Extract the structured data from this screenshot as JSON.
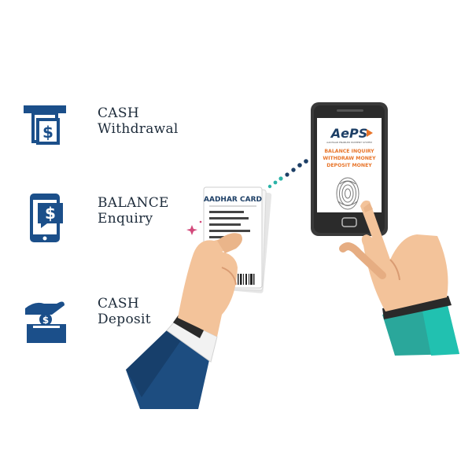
{
  "features": [
    {
      "line1": "CASH",
      "line2": "Withdrawal",
      "icon": "atm-cash-icon"
    },
    {
      "line1": "BALANCE",
      "line2": "Enquiry",
      "icon": "mobile-dollar-icon"
    },
    {
      "line1": "CASH",
      "line2": "Deposit",
      "icon": "cash-deposit-icon"
    }
  ],
  "card": {
    "title": "AADHAR CARD"
  },
  "phone": {
    "logo": "AePS",
    "logo_tagline": "AADHAAR ENABLED PAYMENT SYSTEM",
    "lines": [
      "BALANCE INQUIRY",
      "WITHDRAW MONEY",
      "DEPOSIT MONEY"
    ]
  },
  "colors": {
    "icon_blue": "#1b4f8a",
    "navy_sleeve": "#1d4d80",
    "teal_sleeve": "#2aa79b",
    "skin": "#f3c39a",
    "phone_body": "#3a3a3a",
    "accent_orange": "#e8752a",
    "dots_teal": "#2bb3a8",
    "dots_navy": "#1d3f66"
  }
}
